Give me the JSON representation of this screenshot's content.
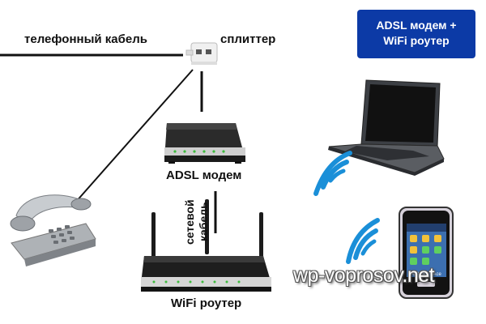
{
  "labels": {
    "phone_cable": "телефонный кабель",
    "splitter": "сплиттер",
    "adsl_modem": "ADSL модем",
    "network_cable_line1": "сетевой",
    "network_cable_line2": "кабель",
    "wifi_router": "WiFi роутер"
  },
  "banner": {
    "line1": "ADSL модем +",
    "line2": "WiFi роутер"
  },
  "watermark": "wp-voprosov.net",
  "phone_screen_text": "GALAXY Ace",
  "colors": {
    "banner_bg": "#0c3aa6",
    "wifi_blue": "#1a8fd8",
    "cable": "#111111",
    "device_dark": "#1b1b1b"
  },
  "icons": [
    "splitter-icon",
    "adsl-modem-icon",
    "wifi-router-icon",
    "landline-phone-icon",
    "laptop-icon",
    "smartphone-icon",
    "wifi-signal-icon"
  ]
}
